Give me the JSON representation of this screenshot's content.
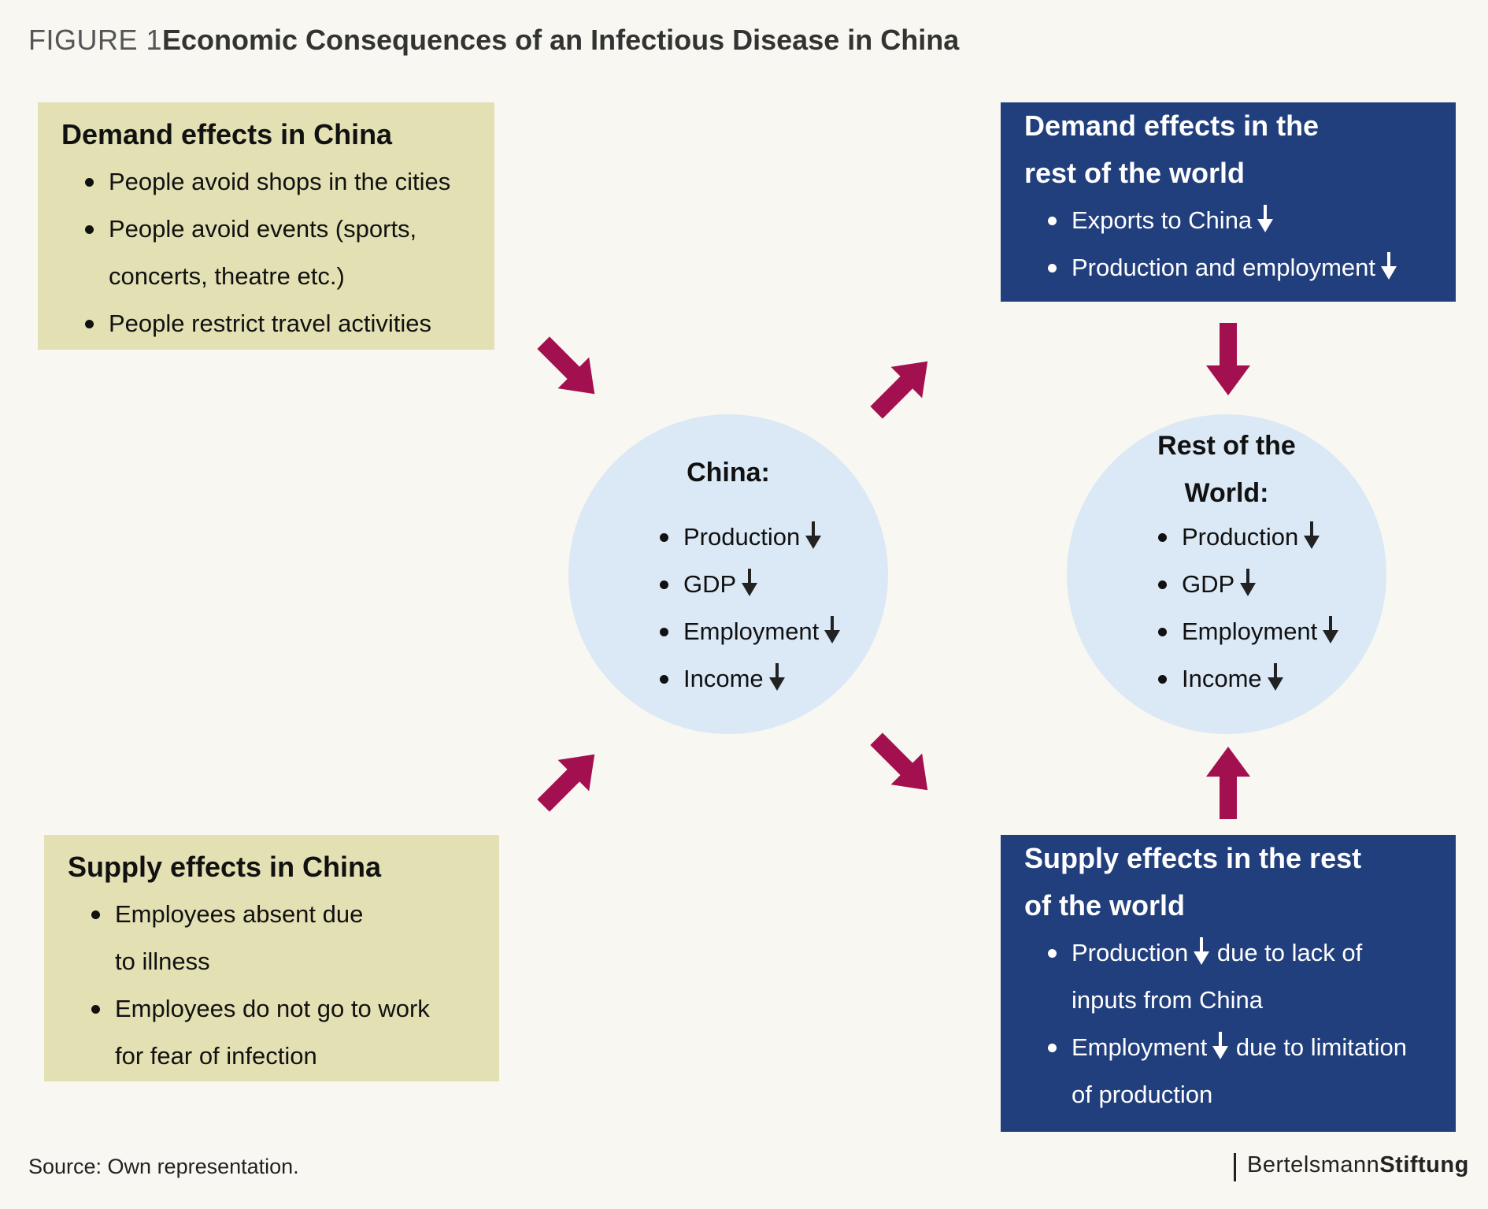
{
  "figure": {
    "label": "FIGURE 1:",
    "title": "Economic Consequences of an Infectious Disease in China"
  },
  "demand_china": {
    "title": "Demand effects in China",
    "items": [
      "People avoid shops in the cities",
      "People avoid events (sports,",
      "concerts, theatre etc.)",
      "People restrict travel activities"
    ]
  },
  "supply_china": {
    "title": "Supply effects in China",
    "items": [
      "Employees absent due",
      "to illness",
      "Employees do not go to work",
      "for fear of infection"
    ]
  },
  "demand_world": {
    "title_line1": "Demand effects in the",
    "title_line2": "rest of the world",
    "items": [
      "Exports to China",
      "Production and employment"
    ]
  },
  "supply_world": {
    "title_line1": "Supply effects in the rest",
    "title_line2": "of the world",
    "item1_a": "Production",
    "item1_b": "due to lack of",
    "item1_c": "inputs from China",
    "item2_a": "Employment",
    "item2_b": "due to limitation",
    "item2_c": "of production"
  },
  "china_circle": {
    "title": "China:",
    "items": [
      "Production",
      "GDP",
      "Employment",
      "Income"
    ]
  },
  "world_circle": {
    "title_line1": "Rest of the",
    "title_line2": "World:",
    "items": [
      "Production",
      "GDP",
      "Employment",
      "Income"
    ]
  },
  "footer": {
    "source": "Source: Own representation.",
    "brand_regular": "Bertelsmann",
    "brand_bold": "Stiftung"
  },
  "colors": {
    "khaki": "#e3e0b3",
    "navy": "#223f7d",
    "circle": "#dbe9f6",
    "arrow": "#a3104f",
    "background": "#f8f7f1"
  }
}
